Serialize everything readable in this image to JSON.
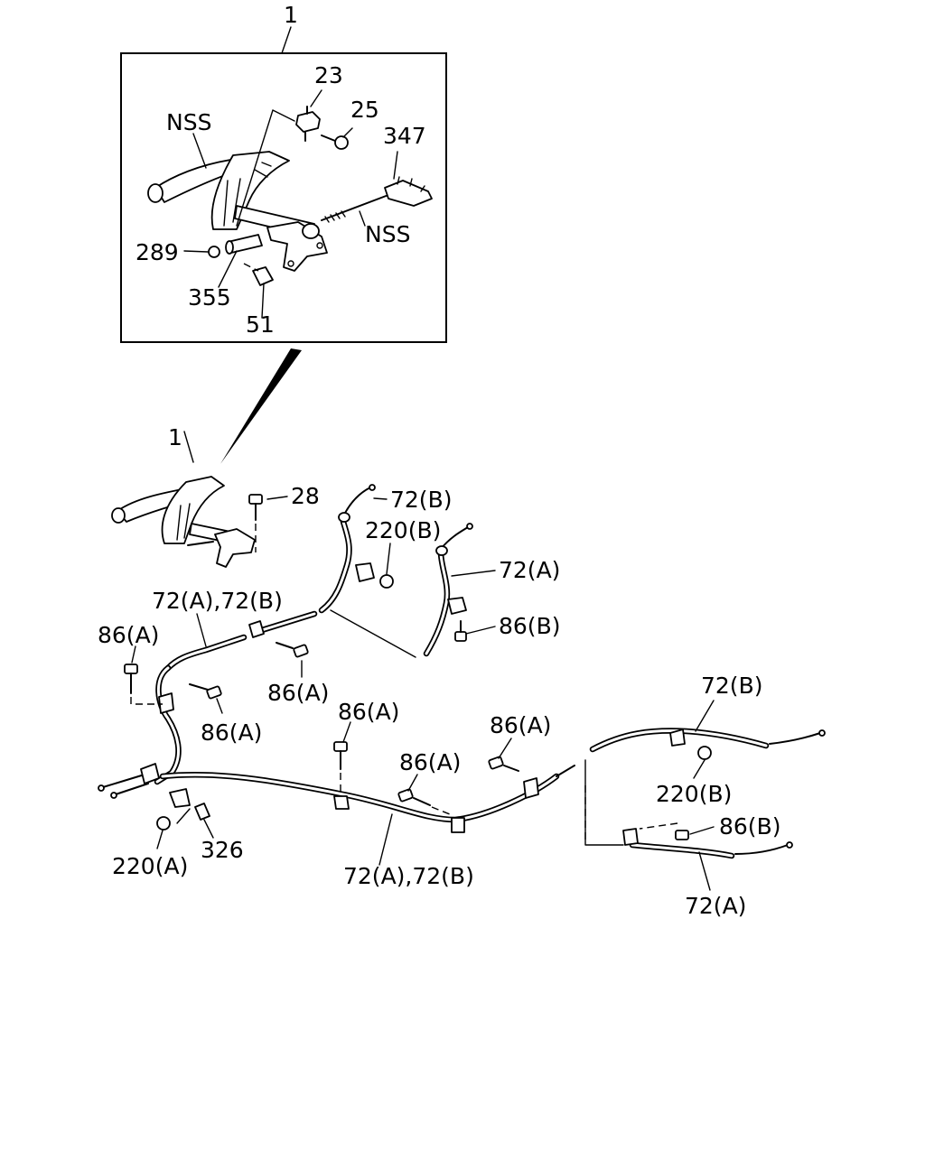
{
  "labels": {
    "inset_callout": "1",
    "p23": "23",
    "p25": "25",
    "p347": "347",
    "nss_lever": "NSS",
    "nss_rod": "NSS",
    "p289": "289",
    "p355": "355",
    "p51": "51",
    "main_1": "1",
    "p28": "28",
    "c72b_top": "72(B)",
    "p220b_top": "220(B)",
    "c72a_top": "72(A)",
    "c72ab_upper": "72(A),72(B)",
    "p86b_upper": "86(B)",
    "p86a_left": "86(A)",
    "p86a_mid_upper": "86(A)",
    "p86a_mid_left": "86(A)",
    "p86a_center": "86(A)",
    "p86a_center_right": "86(A)",
    "p86a_right": "86(A)",
    "c72b_right": "72(B)",
    "p220b_right": "220(B)",
    "p86b_right": "86(B)",
    "c72a_right": "72(A)",
    "c72ab_lower": "72(A),72(B)",
    "p220a": "220(A)",
    "p326": "326"
  }
}
